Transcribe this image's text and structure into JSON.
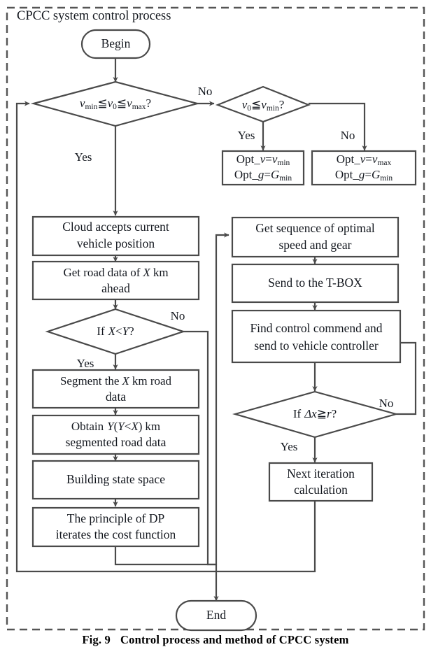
{
  "figure": {
    "frame_title": "CPCC system control process",
    "caption_label": "Fig. 9",
    "caption_text": "Control process and method of CPCC system"
  },
  "colors": {
    "stroke": "#4a4a4a",
    "frame": "#555555",
    "text": "#14181f",
    "background": "#ffffff"
  },
  "chart_data": {
    "type": "diagram",
    "title": "CPCC system control process",
    "nodes": [
      {
        "id": "begin",
        "kind": "terminator",
        "label": "Begin"
      },
      {
        "id": "dec_range",
        "kind": "decision",
        "label": "vmin ≤ v0 ≤ vmax ?"
      },
      {
        "id": "dec_below",
        "kind": "decision",
        "label": "v0 ≤ vmin ?"
      },
      {
        "id": "opt_min",
        "kind": "process",
        "label_line1": "Opt_v=vmin",
        "label_line2": "Opt_g=Gmin"
      },
      {
        "id": "opt_max",
        "kind": "process",
        "label_line1": "Opt_v=vmax",
        "label_line2": "Opt_g=Gmin"
      },
      {
        "id": "cloud",
        "kind": "process",
        "label_line1": "Cloud accepts current",
        "label_line2": "vehicle position"
      },
      {
        "id": "roaddata",
        "kind": "process",
        "label_line1": "Get road data of X km",
        "label_line2": "ahead"
      },
      {
        "id": "dec_xy",
        "kind": "decision",
        "label": "If X<Y ?"
      },
      {
        "id": "segment",
        "kind": "process",
        "label_line1": "Segment the X km road",
        "label_line2": "data"
      },
      {
        "id": "obtain",
        "kind": "process",
        "label_line1": "Obtain Y(Y<X) km",
        "label_line2": "segmented road data"
      },
      {
        "id": "statespace",
        "kind": "process",
        "label_line1": "Building state space",
        "label_line2": ""
      },
      {
        "id": "dp",
        "kind": "process",
        "label_line1": "The principle of DP",
        "label_line2": "iterates the cost function"
      },
      {
        "id": "getseq",
        "kind": "process",
        "label_line1": "Get sequence of optimal",
        "label_line2": "speed and gear"
      },
      {
        "id": "tbox",
        "kind": "process",
        "label_line1": "Send to the T-BOX",
        "label_line2": ""
      },
      {
        "id": "findctrl",
        "kind": "process",
        "label_line1": "Find control commend and",
        "label_line2": "send to vehicle controller"
      },
      {
        "id": "dec_dx",
        "kind": "decision",
        "label": "If Δx ≥ r ?"
      },
      {
        "id": "nextiter",
        "kind": "process",
        "label_line1": "Next iteration",
        "label_line2": "calculation"
      },
      {
        "id": "end",
        "kind": "terminator",
        "label": "End"
      }
    ],
    "edge_labels": [
      {
        "id": "e1",
        "from": "dec_range",
        "to": "dec_below",
        "label": "No"
      },
      {
        "id": "e2",
        "from": "dec_range",
        "to": "cloud",
        "label": "Yes"
      },
      {
        "id": "e3",
        "from": "dec_below",
        "to": "opt_min",
        "label": "Yes"
      },
      {
        "id": "e4",
        "from": "dec_below",
        "to": "opt_max",
        "label": "No"
      },
      {
        "id": "e5",
        "from": "dec_xy",
        "to": "getseq",
        "label": "No"
      },
      {
        "id": "e6",
        "from": "dec_xy",
        "to": "segment",
        "label": "Yes"
      },
      {
        "id": "e7",
        "from": "dec_dx",
        "to": "findctrl",
        "label": "No"
      },
      {
        "id": "e8",
        "from": "dec_dx",
        "to": "nextiter",
        "label": "Yes"
      }
    ]
  },
  "labels": {
    "begin": "Begin",
    "end": "End",
    "yes": "Yes",
    "no": "No",
    "cloud_l1": "Cloud accepts current",
    "cloud_l2": "vehicle position",
    "roaddata_l1": "Get road data of",
    "roaddata_x": "X",
    "roaddata_l1b": "km",
    "roaddata_l2": "ahead",
    "segment_l1a": "Segment the",
    "segment_x": "X",
    "segment_l1b": "km road",
    "segment_l2": "data",
    "obtain_l1a": "Obtain",
    "obtain_y": "Y",
    "obtain_paren": "(",
    "obtain_y2": "Y",
    "obtain_lt": "<",
    "obtain_x2": "X",
    "obtain_paren2": ")",
    "obtain_km": "km",
    "obtain_l2": "segmented road data",
    "statespace": "Building state space",
    "dp_l1": "The principle of DP",
    "dp_l2": "iterates the cost function",
    "getseq_l1": "Get sequence of optimal",
    "getseq_l2": "speed and gear",
    "tbox": "Send to the T-BOX",
    "findctrl_l1": "Find control commend and",
    "findctrl_l2": "send to vehicle controller",
    "nextiter_l1": "Next iteration",
    "nextiter_l2": "calculation",
    "opt_min_v": "Opt_",
    "opt_min_v_it": "v",
    "opt_min_eq": "=",
    "opt_min_vv": "v",
    "opt_min_sub": "min",
    "opt_min_g": "Opt_",
    "opt_min_g_it": "g",
    "opt_min_geq": "=",
    "opt_min_G": "G",
    "opt_min_gsub": "min",
    "opt_max_sub": "max",
    "dec_range_v": "v",
    "dec_range_min": "min",
    "dec_range_le1": "≦",
    "dec_range_v0": "v",
    "dec_range_0": "0",
    "dec_range_le2": "≦",
    "dec_range_vmax": "v",
    "dec_range_max": "max",
    "dec_range_q": "?",
    "dec_below_q": "?",
    "dec_xy_if": "If",
    "dec_xy_x": "X",
    "dec_xy_lt": "<",
    "dec_xy_y": "Y",
    "dec_xy_q": "?",
    "dec_dx_if": "If",
    "dec_dx_delta": "Δx",
    "dec_dx_ge": "≧",
    "dec_dx_r": "r",
    "dec_dx_q": "?"
  }
}
